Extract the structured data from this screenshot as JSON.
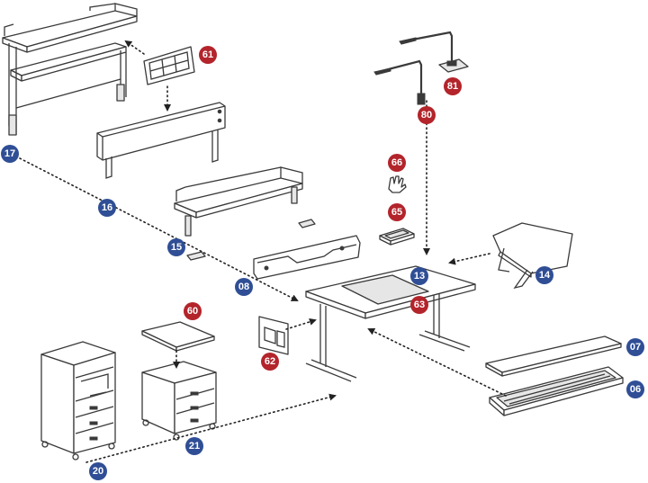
{
  "colors": {
    "blue_badge": "#2f4e95",
    "red_badge": "#b3242b",
    "outline": "#3a3a3a"
  },
  "badges": [
    {
      "label": "17",
      "color": "blue"
    },
    {
      "label": "16",
      "color": "blue"
    },
    {
      "label": "15",
      "color": "blue"
    },
    {
      "label": "08",
      "color": "blue"
    },
    {
      "label": "13",
      "color": "blue"
    },
    {
      "label": "14",
      "color": "blue"
    },
    {
      "label": "07",
      "color": "blue"
    },
    {
      "label": "06",
      "color": "blue"
    },
    {
      "label": "21",
      "color": "blue"
    },
    {
      "label": "20",
      "color": "blue"
    },
    {
      "label": "61",
      "color": "red"
    },
    {
      "label": "81",
      "color": "red"
    },
    {
      "label": "80",
      "color": "red"
    },
    {
      "label": "66",
      "color": "red"
    },
    {
      "label": "65",
      "color": "red"
    },
    {
      "label": "63",
      "color": "red"
    },
    {
      "label": "60",
      "color": "red"
    },
    {
      "label": "62",
      "color": "red"
    }
  ]
}
